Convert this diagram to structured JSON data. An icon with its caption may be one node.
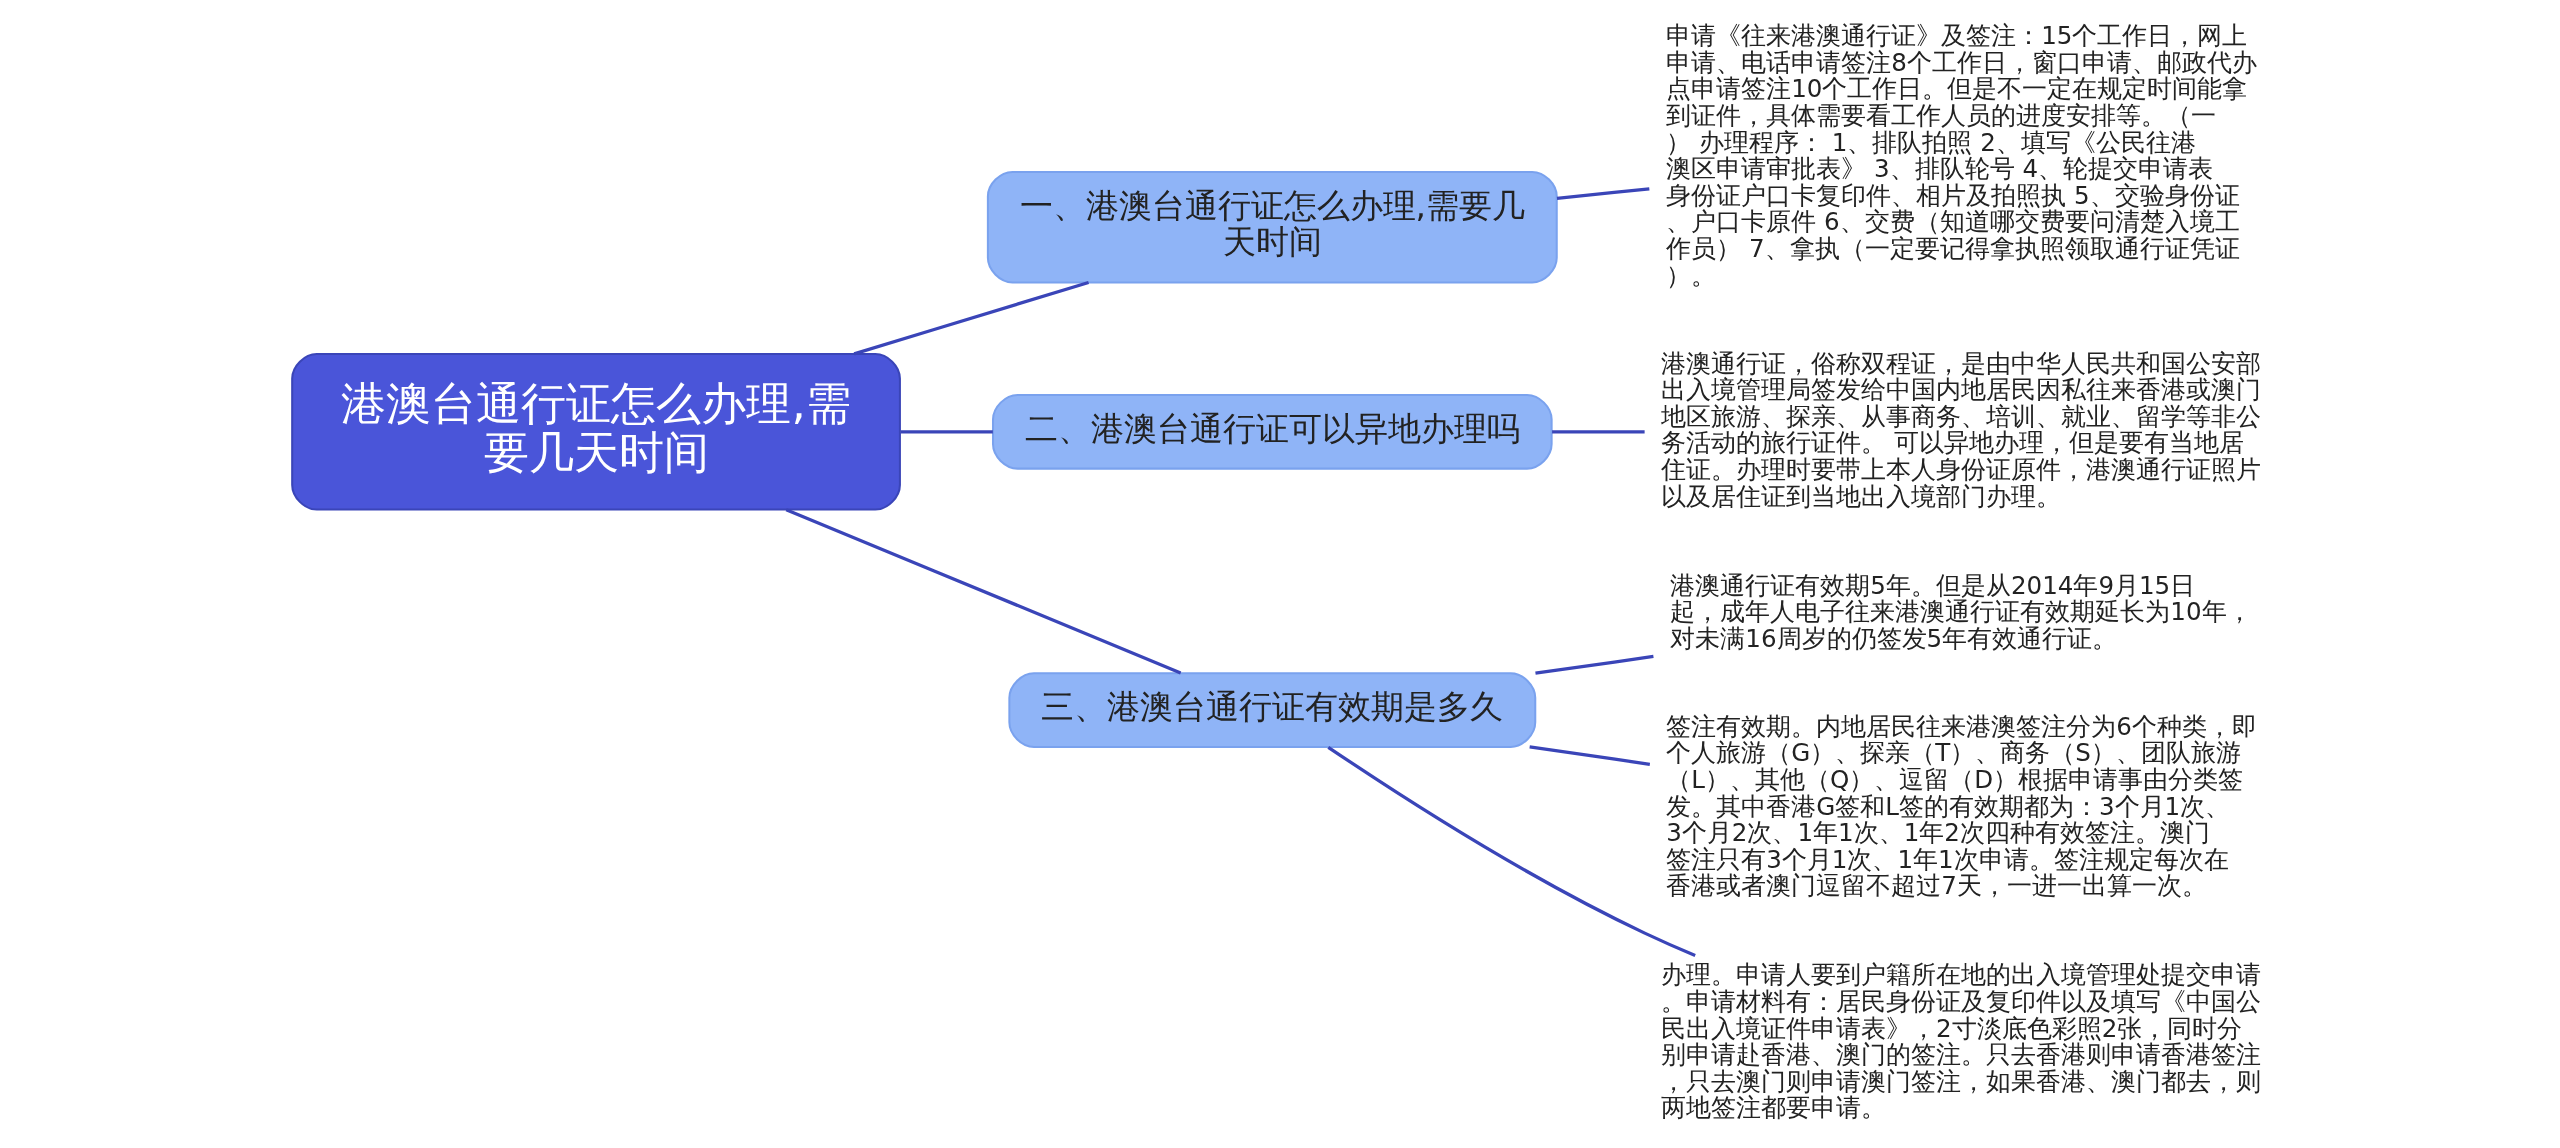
{
  "diagram": {
    "nodes": [
      {
        "text": [
          "港澳台通行证怎么办理,需要几天时间"
        ]
      },
      {
        "text": [
          "一、港澳台通行证怎么办理,需要几天时间"
        ]
      },
      {
        "text": [
          "申请《往来港澳通行证》及签注：15个工作日，网上申请、电话申请签注8个工作日，窗口申请、邮政代办点申请签注10个工作日。但是不一定在规定时间能拿到证件，具体需要看工作人员的进度安排等。（一） 办理程序： 1、排队拍照 2、填写《公民往港澳区申请审批表》 3、排队轮号 4、轮提交申请表身份证户口卡复印件、相片及拍照执 5、交验身份证、户口卡原件 6、交费（知道哪交费要问清楚入境工作员） 7、拿执（一定要记得拿执照领取通行证凭证）。"
        ]
      },
      {
        "text": [
          "二、港澳台通行证可以异地办理吗"
        ]
      },
      {
        "text": [
          "港澳通行证，俗称双程证，是由中华人民共和国公安部出入境管理局签发给中国内地居民因私往来香港或澳门地区旅游、探亲、从事商务、培训、就业、留学等非公务活动的旅行证件。 可以异地办理，但是要有当地居住证。办理时要带上本人身份证原件，港澳通行证照片以及居住证到当地出入境部门办理。"
        ]
      },
      {
        "text": [
          "三、港澳台通行证有效期是多久"
        ]
      },
      {
        "text": [
          "港澳通行证有效期5年。但是从2014年9月15日起，成年人电子往来港澳通行证有效期延长为10年，对未满16周岁的仍签发5年有效通行证。"
        ]
      },
      {
        "text": [
          "签注有效期。内地居民往来港澳签注分为6个种类，即个人旅游（G）、探亲（T）、商务（S）、团队旅游（L）、其他（Q）、逗留（D）根据申请事由分类签发。其中香港G签和L签的有效期都为：3个月1次、3个月2次、1年1次、1年2次四种有效签注。澳门签注只有3个月1次、1年1次申请。签注规定每次在香港或者澳门逗留不超过7天，一进一出算一次。"
        ]
      },
      {
        "text": [
          "办理。申请人要到户籍所在地的出入境管理处提交申请。申请材料有：居民身份证及复印件以及填写《中国公民出入境证件申请表》，2寸淡底色彩照2张，同时分别申请赴香港、澳门的签注。只去香港则申请香港签注，只去澳门则申请澳门签注，如果香港、澳门都去，则两地签注都要申请。"
        ]
      }
    ],
    "edges": [
      {
        "from": 0,
        "to": 1,
        "arrow": "none"
      },
      {
        "from": 1,
        "to": 2,
        "arrow": "none"
      },
      {
        "from": 0,
        "to": 3,
        "arrow": "none"
      },
      {
        "from": 3,
        "to": 4,
        "arrow": "none"
      },
      {
        "from": 0,
        "to": 5,
        "arrow": "none"
      },
      {
        "from": 5,
        "to": 6,
        "arrow": "none"
      },
      {
        "from": 5,
        "to": 7,
        "arrow": "none"
      },
      {
        "from": 5,
        "to": 8,
        "arrow": "none"
      }
    ]
  }
}
